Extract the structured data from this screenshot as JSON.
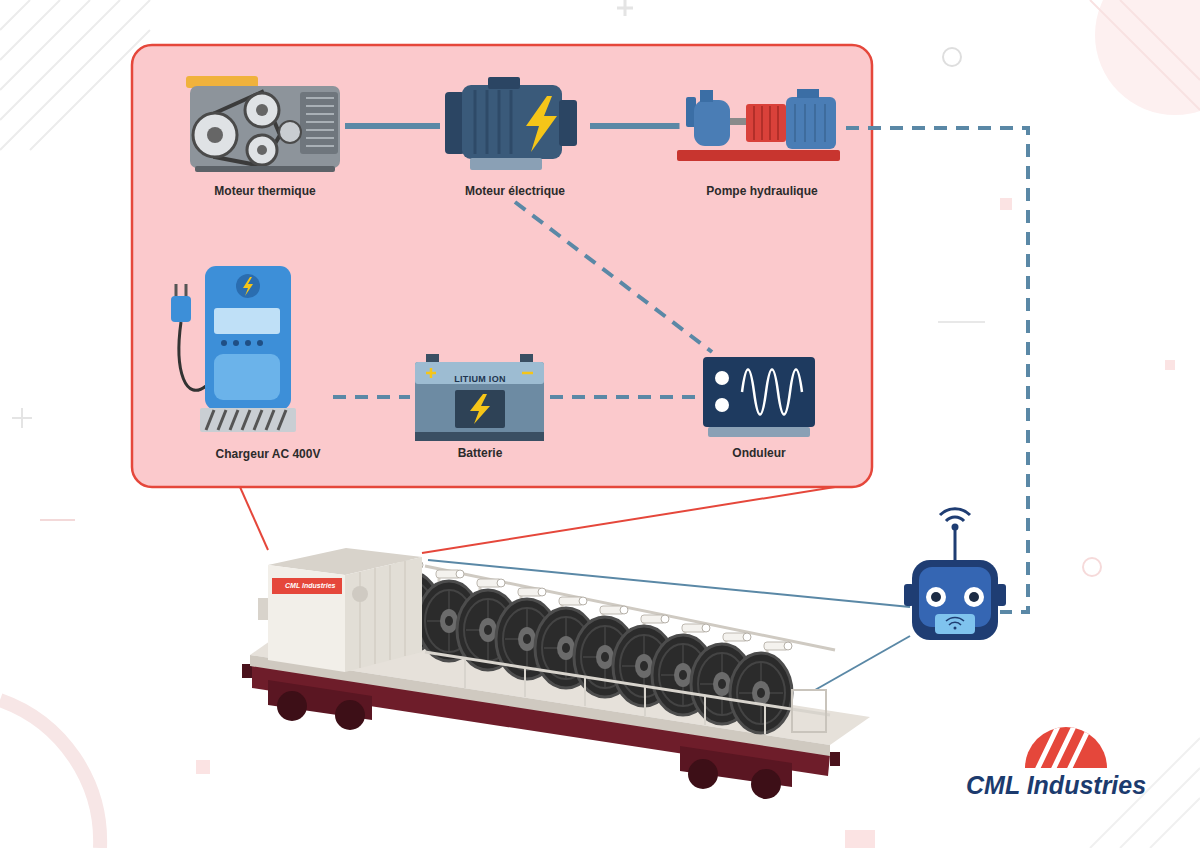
{
  "diagram": {
    "nodes": [
      {
        "text": [
          "Moteur thermique"
        ]
      },
      {
        "text": [
          "Moteur électrique"
        ]
      },
      {
        "text": [
          "Pompe hydraulique"
        ]
      },
      {
        "text": [
          "Chargeur AC 400V"
        ]
      },
      {
        "text": [
          "LITIUM ION",
          "Batterie"
        ]
      },
      {
        "text": [
          "Onduleur"
        ]
      }
    ],
    "edges": [
      {
        "from": 0,
        "to": 1,
        "arrow": "none"
      },
      {
        "from": 1,
        "to": 2,
        "arrow": "none"
      },
      {
        "from": 1,
        "to": 5,
        "arrow": "none"
      },
      {
        "from": 3,
        "to": 4,
        "arrow": "none"
      },
      {
        "from": 4,
        "to": 5,
        "arrow": "none"
      }
    ],
    "labels": [
      "CML Industries",
      "CML Industries"
    ]
  }
}
